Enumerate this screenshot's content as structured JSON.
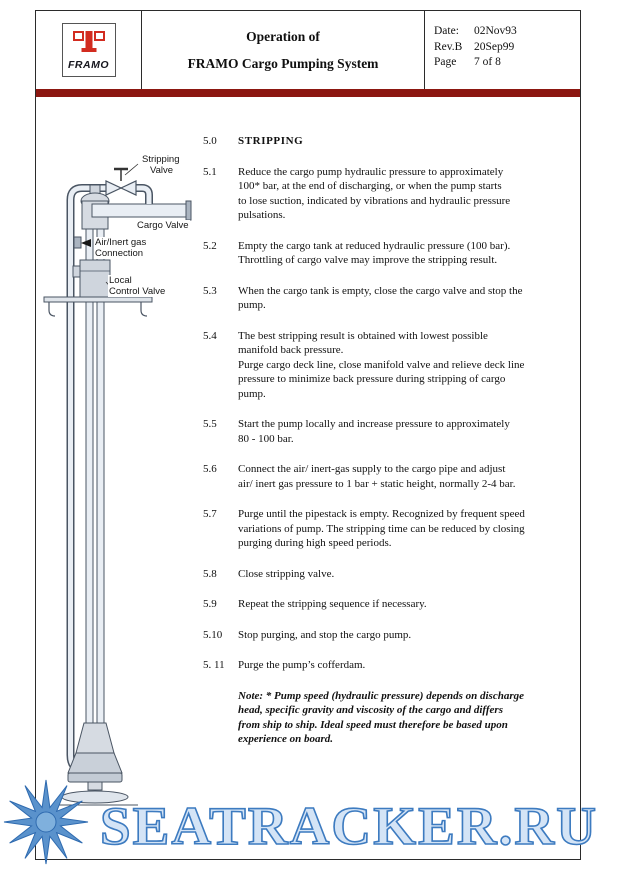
{
  "header": {
    "logo": "FRAMO",
    "title_line1": "Operation of",
    "title_line2": "FRAMO Cargo Pumping System",
    "meta": {
      "date_label": "Date:",
      "date_value": "02Nov93",
      "rev_label": "Rev.B",
      "rev_value": "20Sep99",
      "page_label": "Page",
      "page_value": "7 of 8"
    }
  },
  "colors": {
    "divider_bar": "#8c1711",
    "logo_red": "#d22b1f",
    "watermark_blue": "#3d7bc0",
    "watermark_fill": "#d4e4f6"
  },
  "diagram": {
    "labels": {
      "stripping_valve": [
        "Stripping",
        "Valve"
      ],
      "cargo_valve": "Cargo Valve",
      "air_inert": [
        "Air/Inert gas",
        "Connection"
      ],
      "local_control": [
        "Local",
        "Control Valve"
      ]
    }
  },
  "sections": [
    {
      "num": "5.0",
      "heading": "STRIPPING"
    },
    {
      "num": "5.1",
      "text": "Reduce the cargo pump hydraulic pressure to approximately\n100* bar, at the end of discharging, or when the pump starts\nto lose suction, indicated by vibrations and hydraulic pressure\npulsations."
    },
    {
      "num": "5.2",
      "text": "Empty the cargo tank at reduced hydraulic pressure (100 bar).\nThrottling of cargo valve may improve the stripping result."
    },
    {
      "num": "5.3",
      "text": "When the cargo tank is empty, close the cargo valve and stop the\npump."
    },
    {
      "num": "5.4",
      "text": "The best stripping result is obtained with lowest possible\nmanifold back pressure.\nPurge cargo deck line, close manifold valve and relieve deck line\npressure to minimize back pressure during stripping of cargo\npump."
    },
    {
      "num": "5.5",
      "text": "Start the pump locally and increase pressure to approximately\n80 - 100 bar."
    },
    {
      "num": "5.6",
      "text": "Connect the air/ inert-gas supply to the cargo pipe and adjust\nair/ inert gas pressure to 1 bar + static height, normally 2-4 bar."
    },
    {
      "num": "5.7",
      "text": "Purge until the pipestack is empty. Recognized by frequent speed\nvariations of pump. The stripping time can be reduced by closing\npurging during high speed periods."
    },
    {
      "num": "5.8",
      "text": "Close stripping valve."
    },
    {
      "num": "5.9",
      "text": "Repeat the stripping sequence if necessary."
    },
    {
      "num": "5.10",
      "text": "Stop purging, and stop the cargo pump."
    },
    {
      "num": "5. 11",
      "text": "Purge the pump’s cofferdam."
    }
  ],
  "note": "Note: * Pump speed (hydraulic pressure) depends on discharge\nhead, specific gravity and viscosity of the cargo and differs\nfrom ship to ship. Ideal speed must therefore be based upon\nexperience on board.",
  "watermark": "SEATRACKER.RU"
}
